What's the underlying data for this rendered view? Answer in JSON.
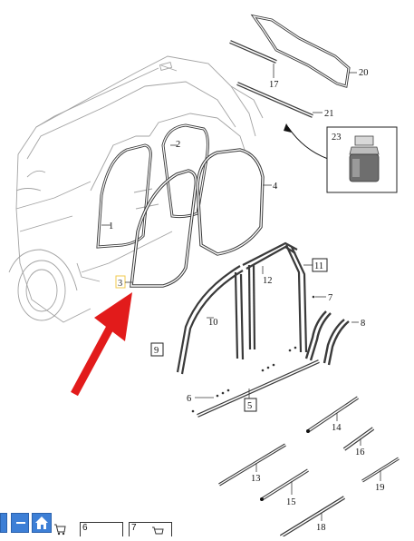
{
  "callouts": {
    "c1": "1",
    "c2": "2",
    "c3": "3",
    "c4": "4",
    "c5": "5",
    "c6": "6",
    "c7": "7",
    "c8": "8",
    "c9": "9",
    "c10": "10",
    "c11": "11",
    "c12": "12",
    "c13": "13",
    "c14": "14",
    "c15": "15",
    "c16": "16",
    "c17": "17",
    "c18": "18",
    "c19": "19",
    "c20": "20",
    "c21": "21",
    "c23": "23"
  },
  "toolbar": {
    "thumb_a": "6",
    "thumb_b": "7"
  },
  "colors": {
    "line": "#3a3a3a",
    "car_line": "#9a9a9a",
    "arrow": "#e21b1b",
    "highlight_box": "#f2c94c",
    "toolbar_blue": "#3d7fd6"
  },
  "icons": [
    "minus-icon",
    "home-icon",
    "cart-icon"
  ]
}
